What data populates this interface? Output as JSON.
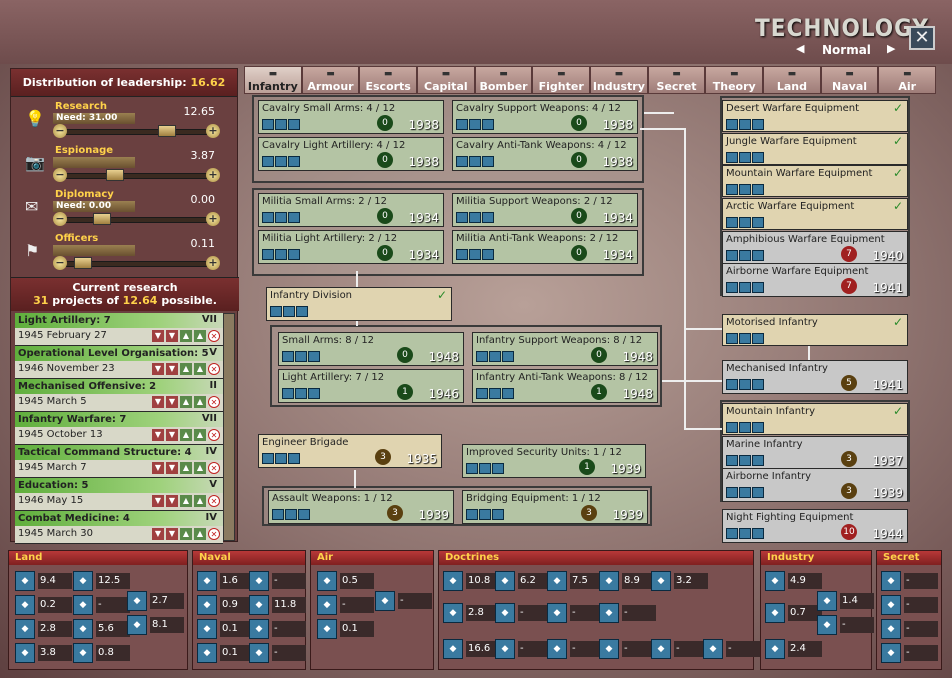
{
  "header": {
    "title": "TECHNOLOGY",
    "difficulty": "Normal",
    "close": "✕",
    "prev": "◀",
    "next": "▶"
  },
  "tabs": [
    {
      "label": "Infantry",
      "icon": "infantry-icon"
    },
    {
      "label": "Armour",
      "icon": "tank-icon"
    },
    {
      "label": "Escorts",
      "icon": "ship-icon"
    },
    {
      "label": "Capital",
      "icon": "battleship-icon"
    },
    {
      "label": "Bomber",
      "icon": "bomber-icon"
    },
    {
      "label": "Fighter",
      "icon": "fighter-icon"
    },
    {
      "label": "Industry",
      "icon": "factory-icon"
    },
    {
      "label": "Secret",
      "icon": "question-icon"
    },
    {
      "label": "Theory",
      "icon": "book-icon"
    },
    {
      "label": "Land",
      "icon": "land-doctrine-icon"
    },
    {
      "label": "Naval",
      "icon": "naval-doctrine-icon"
    },
    {
      "label": "Air",
      "icon": "air-doctrine-icon"
    }
  ],
  "leadership": {
    "label": "Distribution of leadership:",
    "value": "16.62",
    "slots": [
      {
        "name": "Research",
        "need": "Need: 31.00",
        "value": "12.65",
        "icon": "lightbulb-icon",
        "knob": 0.7
      },
      {
        "name": "Espionage",
        "need": "",
        "value": "3.87",
        "icon": "camera-icon",
        "knob": 0.3
      },
      {
        "name": "Diplomacy",
        "need": "Need: 0.00",
        "value": "0.00",
        "icon": "envelope-icon",
        "knob": 0.2
      },
      {
        "name": "Officers",
        "need": "",
        "value": "0.11",
        "icon": "flag-icon",
        "knob": 0.05
      }
    ]
  },
  "current_research": {
    "title": "Current research",
    "count": "31",
    "mid": "projects of",
    "possible": "12.64",
    "tail": "possible.",
    "items": [
      {
        "name": "Light Artillery: 7",
        "level": "VII",
        "date": "1945 February 27"
      },
      {
        "name": "Operational Level Organisation: 5",
        "level": "V",
        "date": "1946 November 23"
      },
      {
        "name": "Mechanised Offensive: 2",
        "level": "II",
        "date": "1945 March 5"
      },
      {
        "name": "Infantry Warfare: 7",
        "level": "VII",
        "date": "1945 October 13"
      },
      {
        "name": "Tactical Command Structure: 4",
        "level": "IV",
        "date": "1945 March 7"
      },
      {
        "name": "Education: 5",
        "level": "V",
        "date": "1946 May 15"
      },
      {
        "name": "Combat Medicine: 4",
        "level": "IV",
        "date": "1945 March 30"
      }
    ]
  },
  "techs": [
    {
      "name": "Cavalry Small Arms: 4 / 12",
      "year": "1938",
      "c": "0"
    },
    {
      "name": "Cavalry Support Weapons: 4 / 12",
      "year": "1938",
      "c": "0"
    },
    {
      "name": "Cavalry Light Artillery: 4 / 12",
      "year": "1938",
      "c": "0"
    },
    {
      "name": "Cavalry Anti-Tank Weapons: 4 / 12",
      "year": "1938",
      "c": "0"
    },
    {
      "name": "Militia Small Arms: 2 / 12",
      "year": "1934",
      "c": "0"
    },
    {
      "name": "Militia Support Weapons: 2 / 12",
      "year": "1934",
      "c": "0"
    },
    {
      "name": "Militia Light Artillery: 2 / 12",
      "year": "1934",
      "c": "0"
    },
    {
      "name": "Militia Anti-Tank Weapons: 2 / 12",
      "year": "1934",
      "c": "0"
    },
    {
      "name": "Infantry Division",
      "year": "",
      "c": ""
    },
    {
      "name": "Small Arms: 8 / 12",
      "year": "1948",
      "c": "0"
    },
    {
      "name": "Infantry Support Weapons: 8 / 12",
      "year": "1948",
      "c": "0"
    },
    {
      "name": "Light Artillery: 7 / 12",
      "year": "1946",
      "c": "1"
    },
    {
      "name": "Infantry Anti-Tank Weapons: 8 / 12",
      "year": "1948",
      "c": "1"
    },
    {
      "name": "Engineer Brigade",
      "year": "1935",
      "c": "3"
    },
    {
      "name": "Improved Security Units: 1 / 12",
      "year": "1939",
      "c": "1"
    },
    {
      "name": "Assault Weapons: 1 / 12",
      "year": "1939",
      "c": "3"
    },
    {
      "name": "Bridging Equipment: 1 / 12",
      "year": "1939",
      "c": "3"
    },
    {
      "name": "Desert Warfare Equipment",
      "year": "",
      "c": ""
    },
    {
      "name": "Jungle Warfare Equipment",
      "year": "",
      "c": ""
    },
    {
      "name": "Mountain Warfare Equipment",
      "year": "",
      "c": ""
    },
    {
      "name": "Arctic Warfare Equipment",
      "year": "",
      "c": ""
    },
    {
      "name": "Amphibious Warfare Equipment",
      "year": "1940",
      "c": "7"
    },
    {
      "name": "Airborne Warfare Equipment",
      "year": "1941",
      "c": "7"
    },
    {
      "name": "Motorised Infantry",
      "year": "",
      "c": ""
    },
    {
      "name": "Mechanised Infantry",
      "year": "1941",
      "c": "5"
    },
    {
      "name": "Mountain Infantry",
      "year": "",
      "c": ""
    },
    {
      "name": "Marine Infantry",
      "year": "1937",
      "c": "3"
    },
    {
      "name": "Airborne Infantry",
      "year": "1939",
      "c": "3"
    },
    {
      "name": "Night Fighting Equipment",
      "year": "1944",
      "c": "10"
    }
  ],
  "bottom": {
    "land": "Land",
    "naval": "Naval",
    "air": "Air",
    "doctrines": "Doctrines",
    "industry": "Industry",
    "secret": "Secret",
    "land_vals": [
      "9.4",
      "12.5",
      "0.2",
      "-",
      "2.8",
      "5.6",
      "3.8",
      "0.8",
      "2.7",
      "8.1"
    ],
    "naval_vals": [
      "1.6",
      "-",
      "0.9",
      "11.8",
      "0.1",
      "-",
      "0.1",
      "-"
    ],
    "air_vals": [
      "0.5",
      "-",
      "0.1",
      "-"
    ],
    "doc_vals": [
      "10.8",
      "6.2",
      "7.5",
      "8.9",
      "3.2",
      "2.8",
      "-",
      "-",
      "-",
      "16.6",
      "-",
      "-",
      "-",
      "-",
      "-"
    ],
    "ind_vals": [
      "4.9",
      "0.7",
      "2.4",
      "1.4",
      "-"
    ],
    "sec_vals": [
      "-",
      "-",
      "-",
      "-"
    ]
  }
}
